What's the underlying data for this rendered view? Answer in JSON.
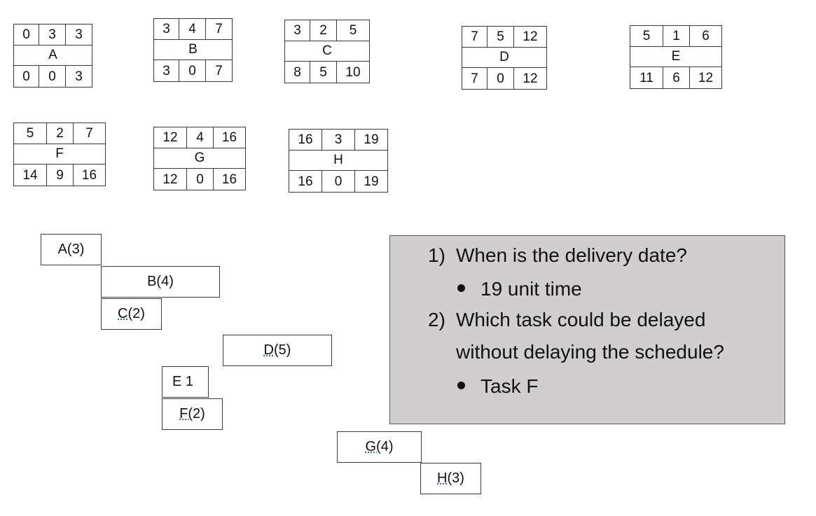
{
  "nodes": [
    {
      "name": "A",
      "top": [
        "0",
        "3",
        "3"
      ],
      "bottom": [
        "0",
        "0",
        "3"
      ]
    },
    {
      "name": "B",
      "top": [
        "3",
        "4",
        "7"
      ],
      "bottom": [
        "3",
        "0",
        "7"
      ]
    },
    {
      "name": "C",
      "top": [
        "3",
        "2",
        "5"
      ],
      "bottom": [
        "8",
        "5",
        "10"
      ]
    },
    {
      "name": "D",
      "top": [
        "7",
        "5",
        "12"
      ],
      "bottom": [
        "7",
        "0",
        "12"
      ]
    },
    {
      "name": "E",
      "top": [
        "5",
        "1",
        "6"
      ],
      "bottom": [
        "11",
        "6",
        "12"
      ]
    },
    {
      "name": "F",
      "top": [
        "5",
        "2",
        "7"
      ],
      "bottom": [
        "14",
        "9",
        "16"
      ]
    },
    {
      "name": "G",
      "top": [
        "12",
        "4",
        "16"
      ],
      "bottom": [
        "12",
        "0",
        "16"
      ]
    },
    {
      "name": "H",
      "top": [
        "16",
        "3",
        "19"
      ],
      "bottom": [
        "16",
        "0",
        "19"
      ]
    }
  ],
  "bars": {
    "a": "A(3)",
    "b": "B(4)",
    "c": "C(2)",
    "d": "D(5)",
    "e": "E 1",
    "f": "F(2)",
    "g": "G(4)",
    "h": "H(3)"
  },
  "qa": {
    "q1_num": "1)",
    "q1_text": "When is the delivery date?",
    "a1": "19 unit time",
    "q2_num": "2)",
    "q2_line1": "Which task could be delayed",
    "q2_line2": "without delaying the schedule?",
    "a2": "Task F"
  }
}
